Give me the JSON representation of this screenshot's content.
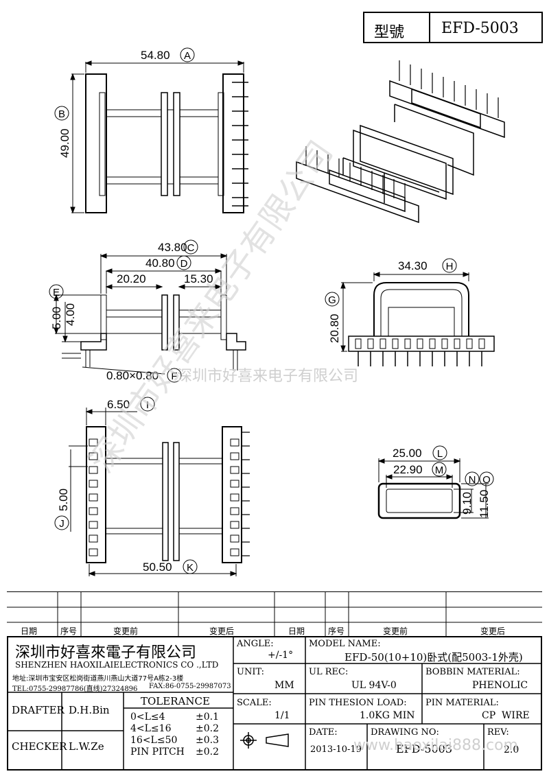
{
  "header": {
    "type_label": "型號",
    "model": "EFD-5003"
  },
  "dimensions": {
    "A": "54.80",
    "B": "49.00",
    "C": "43.80",
    "D": "40.80",
    "d1": "20.20",
    "d2": "15.30",
    "E": "5.00",
    "e2": "4.00",
    "F": "0.80×0.80",
    "G": "20.80",
    "H": "34.30",
    "I": "6.50",
    "J": "5.00",
    "K": "50.50",
    "L": "25.00",
    "M": "22.90",
    "N": "9.10",
    "O": "11.50"
  },
  "letters": [
    "A",
    "B",
    "C",
    "D",
    "E",
    "F",
    "G",
    "H",
    "I",
    "J",
    "K",
    "L",
    "M",
    "N",
    "O"
  ],
  "watermarks": {
    "diag": "深圳市好喜来电子有限公司",
    "mid": "深圳市好喜来电子有限公司",
    "url": "www.haoxilai888.com"
  },
  "revision_headers": {
    "date": "日期",
    "no": "序号",
    "before": "变更前",
    "after": "变更后"
  },
  "title_block": {
    "company_cn": "深圳市好喜來電子有限公司",
    "company_en": "SHENZHEN HAOXILAIELECTRONICS CO .,LTD",
    "address": "地址:深圳市宝安区松岗街道燕川燕山大道77号A栋2-3楼",
    "tel": "TEL:0755-29987786(直线)27324896",
    "fax": "FAX:86-0755-29987073",
    "drafter_label": "DRAFTER",
    "drafter": "D.H.Bin",
    "checker_label": "CHECKER",
    "checker": "L.W.Ze",
    "tolerance_label": "TOLERANCE",
    "tolerances": [
      {
        "range": "0<L≤4",
        "value": "±0.1"
      },
      {
        "range": "4<L≤16",
        "value": "±0.2"
      },
      {
        "range": "16<L≤50",
        "value": "±0.3"
      },
      {
        "range": "PIN PITCH",
        "value": "±0.2"
      }
    ],
    "angle_label": "ANGLE:",
    "angle": "+/-1°",
    "unit_label": "UNIT:",
    "unit": "MM",
    "scale_label": "SCALE:",
    "scale": "1/1",
    "model_name_label": "MODEL NAME:",
    "model_name": "EFD-50(10+10)卧式(配5003-1外壳)",
    "ul_rec_label": "UL REC:",
    "ul_rec": "UL 94V-0",
    "bobbin_material_label": "BOBBIN MATERIAL:",
    "bobbin_material": "PHENOLIC",
    "pin_load_label": "PIN THESION LOAD:",
    "pin_load": "1.0KG MIN",
    "pin_material_label": "PIN MATERIAL:",
    "pin_material": "CP  WIRE",
    "date_label": "DATE:",
    "date": "2013-10-19",
    "drawing_no_label": "DRAWING NO:",
    "drawing_no": "EFD-5003",
    "rev_label": "REV:",
    "rev": "2.0"
  }
}
